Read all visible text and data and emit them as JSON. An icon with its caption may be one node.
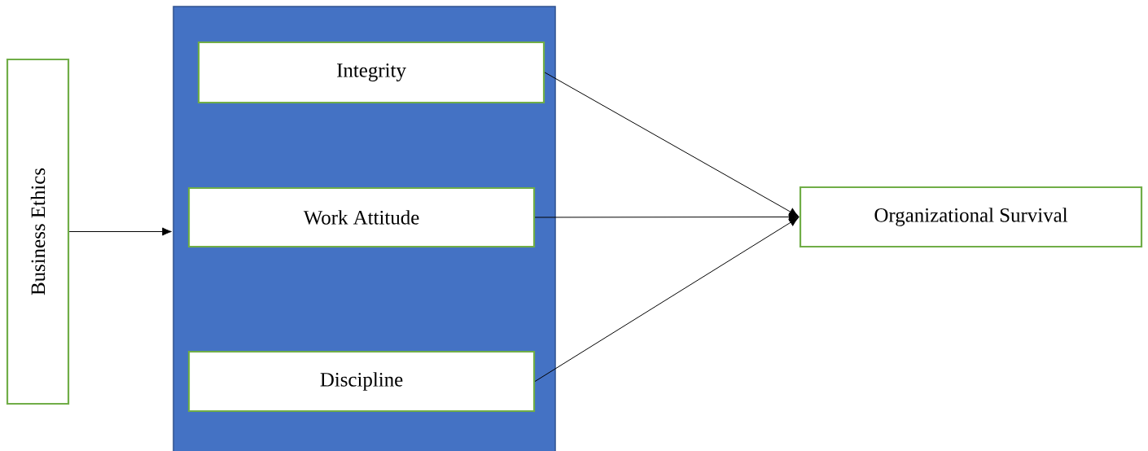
{
  "diagram": {
    "nodes": [
      {
        "text": [
          "Business Ethics"
        ]
      },
      {
        "text": [],
        "shape": "box"
      },
      {
        "text": [
          "Integrity"
        ],
        "in": 1
      },
      {
        "text": [
          "Work Attitude"
        ],
        "in": 1
      },
      {
        "text": [
          "Discipline"
        ],
        "in": 1
      },
      {
        "text": [
          "Organizational Survival"
        ]
      }
    ],
    "edges": [
      {
        "from": 0,
        "to": 1,
        "arrow": "to"
      },
      {
        "from": 2,
        "to": 5,
        "arrow": "to"
      },
      {
        "from": 3,
        "to": 5,
        "arrow": "to"
      },
      {
        "from": 4,
        "to": 5,
        "arrow": "to"
      }
    ]
  }
}
